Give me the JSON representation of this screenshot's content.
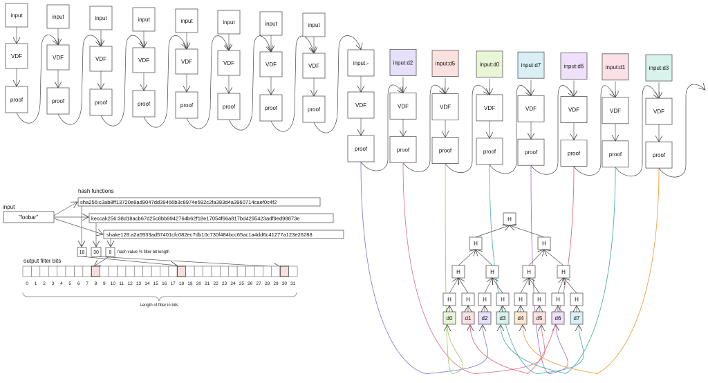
{
  "vdf_chain_top": {
    "nodes": [
      {
        "input": "input",
        "vdf": "VDF",
        "proof": "proof"
      },
      {
        "input": "input",
        "vdf": "VDF",
        "proof": "proof"
      },
      {
        "input": "input",
        "vdf": "VDF",
        "proof": "proof"
      },
      {
        "input": "input",
        "vdf": "VDF",
        "proof": "proof"
      },
      {
        "input": "input",
        "vdf": "VDF",
        "proof": "proof"
      },
      {
        "input": "input",
        "vdf": "VDF",
        "proof": "proof"
      },
      {
        "input": "input",
        "vdf": "VDF",
        "proof": "proof"
      },
      {
        "input": "input",
        "vdf": "VDF",
        "proof": "proof"
      }
    ]
  },
  "vdf_chain_bottom": {
    "nodes": [
      {
        "input": "input:-",
        "vdf": "VDF",
        "proof": "proof",
        "color": "#ffffff",
        "link": "#8a7ee0",
        "leaf": 2
      },
      {
        "input": "input:d2",
        "vdf": "VDF",
        "proof": "proof",
        "color": "#e6e0fb",
        "link": "#e07a8a",
        "leaf": 5
      },
      {
        "input": "input:d5",
        "vdf": "VDF",
        "proof": "proof",
        "color": "#fde0e0",
        "link": "#a6cc6a",
        "leaf": 0
      },
      {
        "input": "input:d0",
        "vdf": "VDF",
        "proof": "proof",
        "color": "#e8f5d6",
        "link": "#56b0c0",
        "leaf": 7
      },
      {
        "input": "input:d7",
        "vdf": "VDF",
        "proof": "proof",
        "color": "#d8f0f5",
        "link": "#b070d8",
        "leaf": 6
      },
      {
        "input": "input:d6",
        "vdf": "VDF",
        "proof": "proof",
        "color": "#efe0fb",
        "link": "#e06a80",
        "leaf": 1
      },
      {
        "input": "input:d1",
        "vdf": "VDF",
        "proof": "proof",
        "color": "#fbe0e6",
        "link": "#4fb0a0",
        "leaf": 3
      },
      {
        "input": "input:d3",
        "vdf": "VDF",
        "proof": "proof",
        "color": "#d8f2ec",
        "link": "#f0a040",
        "leaf": 4
      }
    ]
  },
  "merkle_tree": {
    "hash_label": "H",
    "leaves": [
      {
        "label": "d0",
        "color": "#e8f5d6"
      },
      {
        "label": "d1",
        "color": "#fbe0e6"
      },
      {
        "label": "d2",
        "color": "#e6e0fb"
      },
      {
        "label": "d3",
        "color": "#d8f2ec"
      },
      {
        "label": "d4",
        "color": "#fde8d0"
      },
      {
        "label": "d5",
        "color": "#fde0e0"
      },
      {
        "label": "d6",
        "color": "#efe0fb"
      },
      {
        "label": "d7",
        "color": "#d8f0f5"
      }
    ]
  },
  "bloom": {
    "input_label": "input",
    "input_value": "\"foobar\"",
    "hash_functions_label": "hash functions",
    "hashes": [
      "sha256:c3ab8ff13720e8ad9047dd39466b3c8974e592c2fa383d4a3960714caef0c4f2",
      "keccak256:38d18acb67d25c8bb9942764b62f18e17054f66a817bd4295423adf9ed98873e",
      "shake128:a2a5933ad57401cfc082ec7db10c730f484bcc65ac1a4dd6c41277a123e26288"
    ],
    "mod_values": [
      "18",
      "30",
      "8"
    ],
    "mod_label": "hash value % filter bit length",
    "output_label": "output filter bits",
    "bit_count": 32,
    "set_bits": [
      8,
      18,
      30
    ],
    "bit_labels": [
      "0",
      "1",
      "2",
      "3",
      "4",
      "5",
      "6",
      "7",
      "8",
      "9",
      "10",
      "11",
      "12",
      "13",
      "14",
      "15",
      "16",
      "17",
      "18",
      "19",
      "20",
      "21",
      "22",
      "23",
      "24",
      "25",
      "26",
      "27",
      "28",
      "29",
      "30",
      "31"
    ],
    "length_label": "Length of filter in bits",
    "set_color": "#f9dede"
  }
}
